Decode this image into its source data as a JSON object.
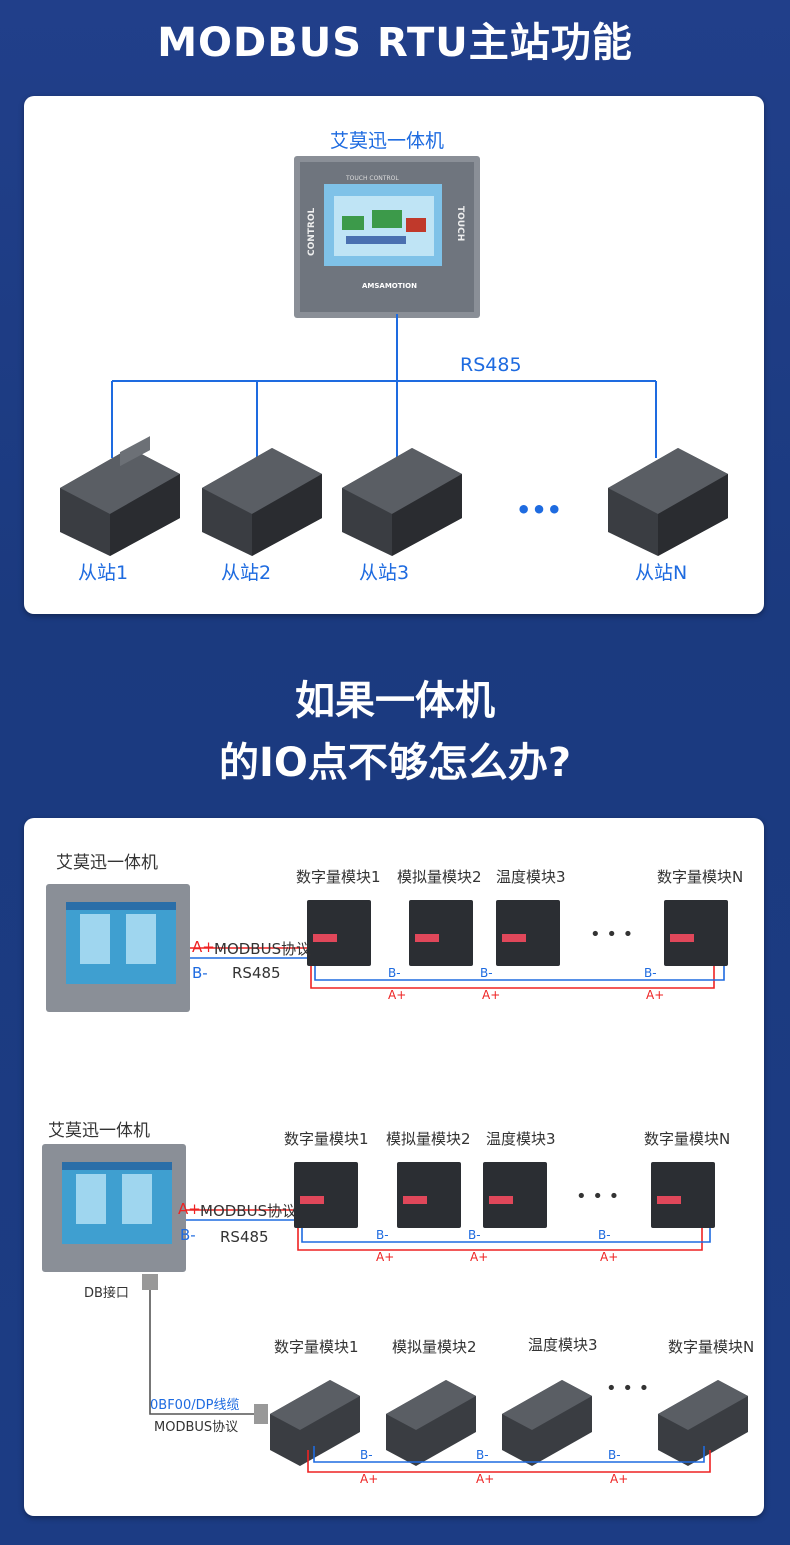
{
  "header": {
    "title": "MODBUS RTU主站功能",
    "question_line1": "如果一体机",
    "question_line2": "的IO点不够怎么办?"
  },
  "top_diagram": {
    "master_label": "艾莫迅一体机",
    "bus_label": "RS485",
    "ellipsis": "•••",
    "slaves": [
      "从站1",
      "从站2",
      "从站3",
      "从站N"
    ]
  },
  "device": {
    "brand": "AMSAMOTION",
    "screen_caption": "TOUCH CONTROL",
    "side_left": "CONTROL",
    "side_right": "TOUCH"
  },
  "diagram_a": {
    "master_label": "艾莫迅一体机",
    "protocol": "MODBUS协议",
    "bus": "RS485",
    "a_plus": "A+",
    "b_minus": "B-",
    "modules": [
      "数字量模块1",
      "模拟量模块2",
      "温度模块3",
      "数字量模块N"
    ],
    "ellipsis": "• • •"
  },
  "diagram_b": {
    "master_label": "艾莫迅一体机",
    "protocol": "MODBUS协议",
    "bus": "RS485",
    "a_plus": "A+",
    "b_minus": "B-",
    "modules": [
      "数字量模块1",
      "模拟量模块2",
      "温度模块3",
      "数字量模块N"
    ],
    "ellipsis": "• • •",
    "db_label": "DB接口",
    "cable_label": "0BF00/DP线缆",
    "cable_protocol": "MODBUS协议",
    "lower_modules": [
      "数字量模块1",
      "模拟量模块2",
      "温度模块3",
      "数字量模块N"
    ]
  },
  "colors": {
    "background": "#1d3f86",
    "bus_blue": "#1e6be0",
    "line_red": "#e22222",
    "module_dark": "#2b2e33"
  }
}
